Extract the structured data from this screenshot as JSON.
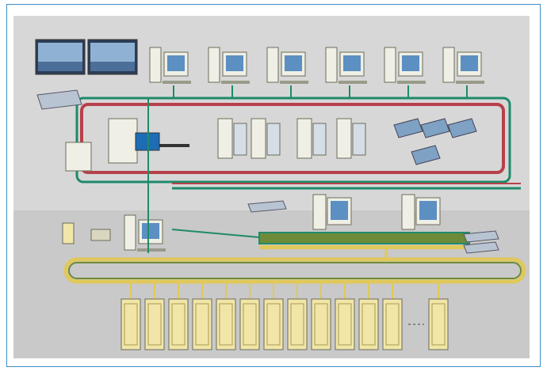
{
  "diagram": {
    "palette": {
      "frame_border": "#3a8fc8",
      "canvas_bg": "#d7d7d7",
      "canvas_lower_bg": "#c9c9c9",
      "bus_red": "#b8404a",
      "bus_green": "#1f8a6a",
      "bus_yellow": "#e0c85a",
      "bus_olive": "#6d8a3a",
      "device_fill": "#efefe6",
      "device_stroke": "#6b6b5a",
      "screen_blue": "#5c8fc2",
      "cabinet_fill": "#f1e6a8"
    },
    "video_wall": {
      "panel_count": 2
    },
    "top_workstations": {
      "count": 6
    },
    "mid_servers": {
      "count": 4
    },
    "mid_monitors": {
      "count": 4
    },
    "field_stations": {
      "count": 2
    },
    "io_cabinets": {
      "count": 13
    }
  }
}
